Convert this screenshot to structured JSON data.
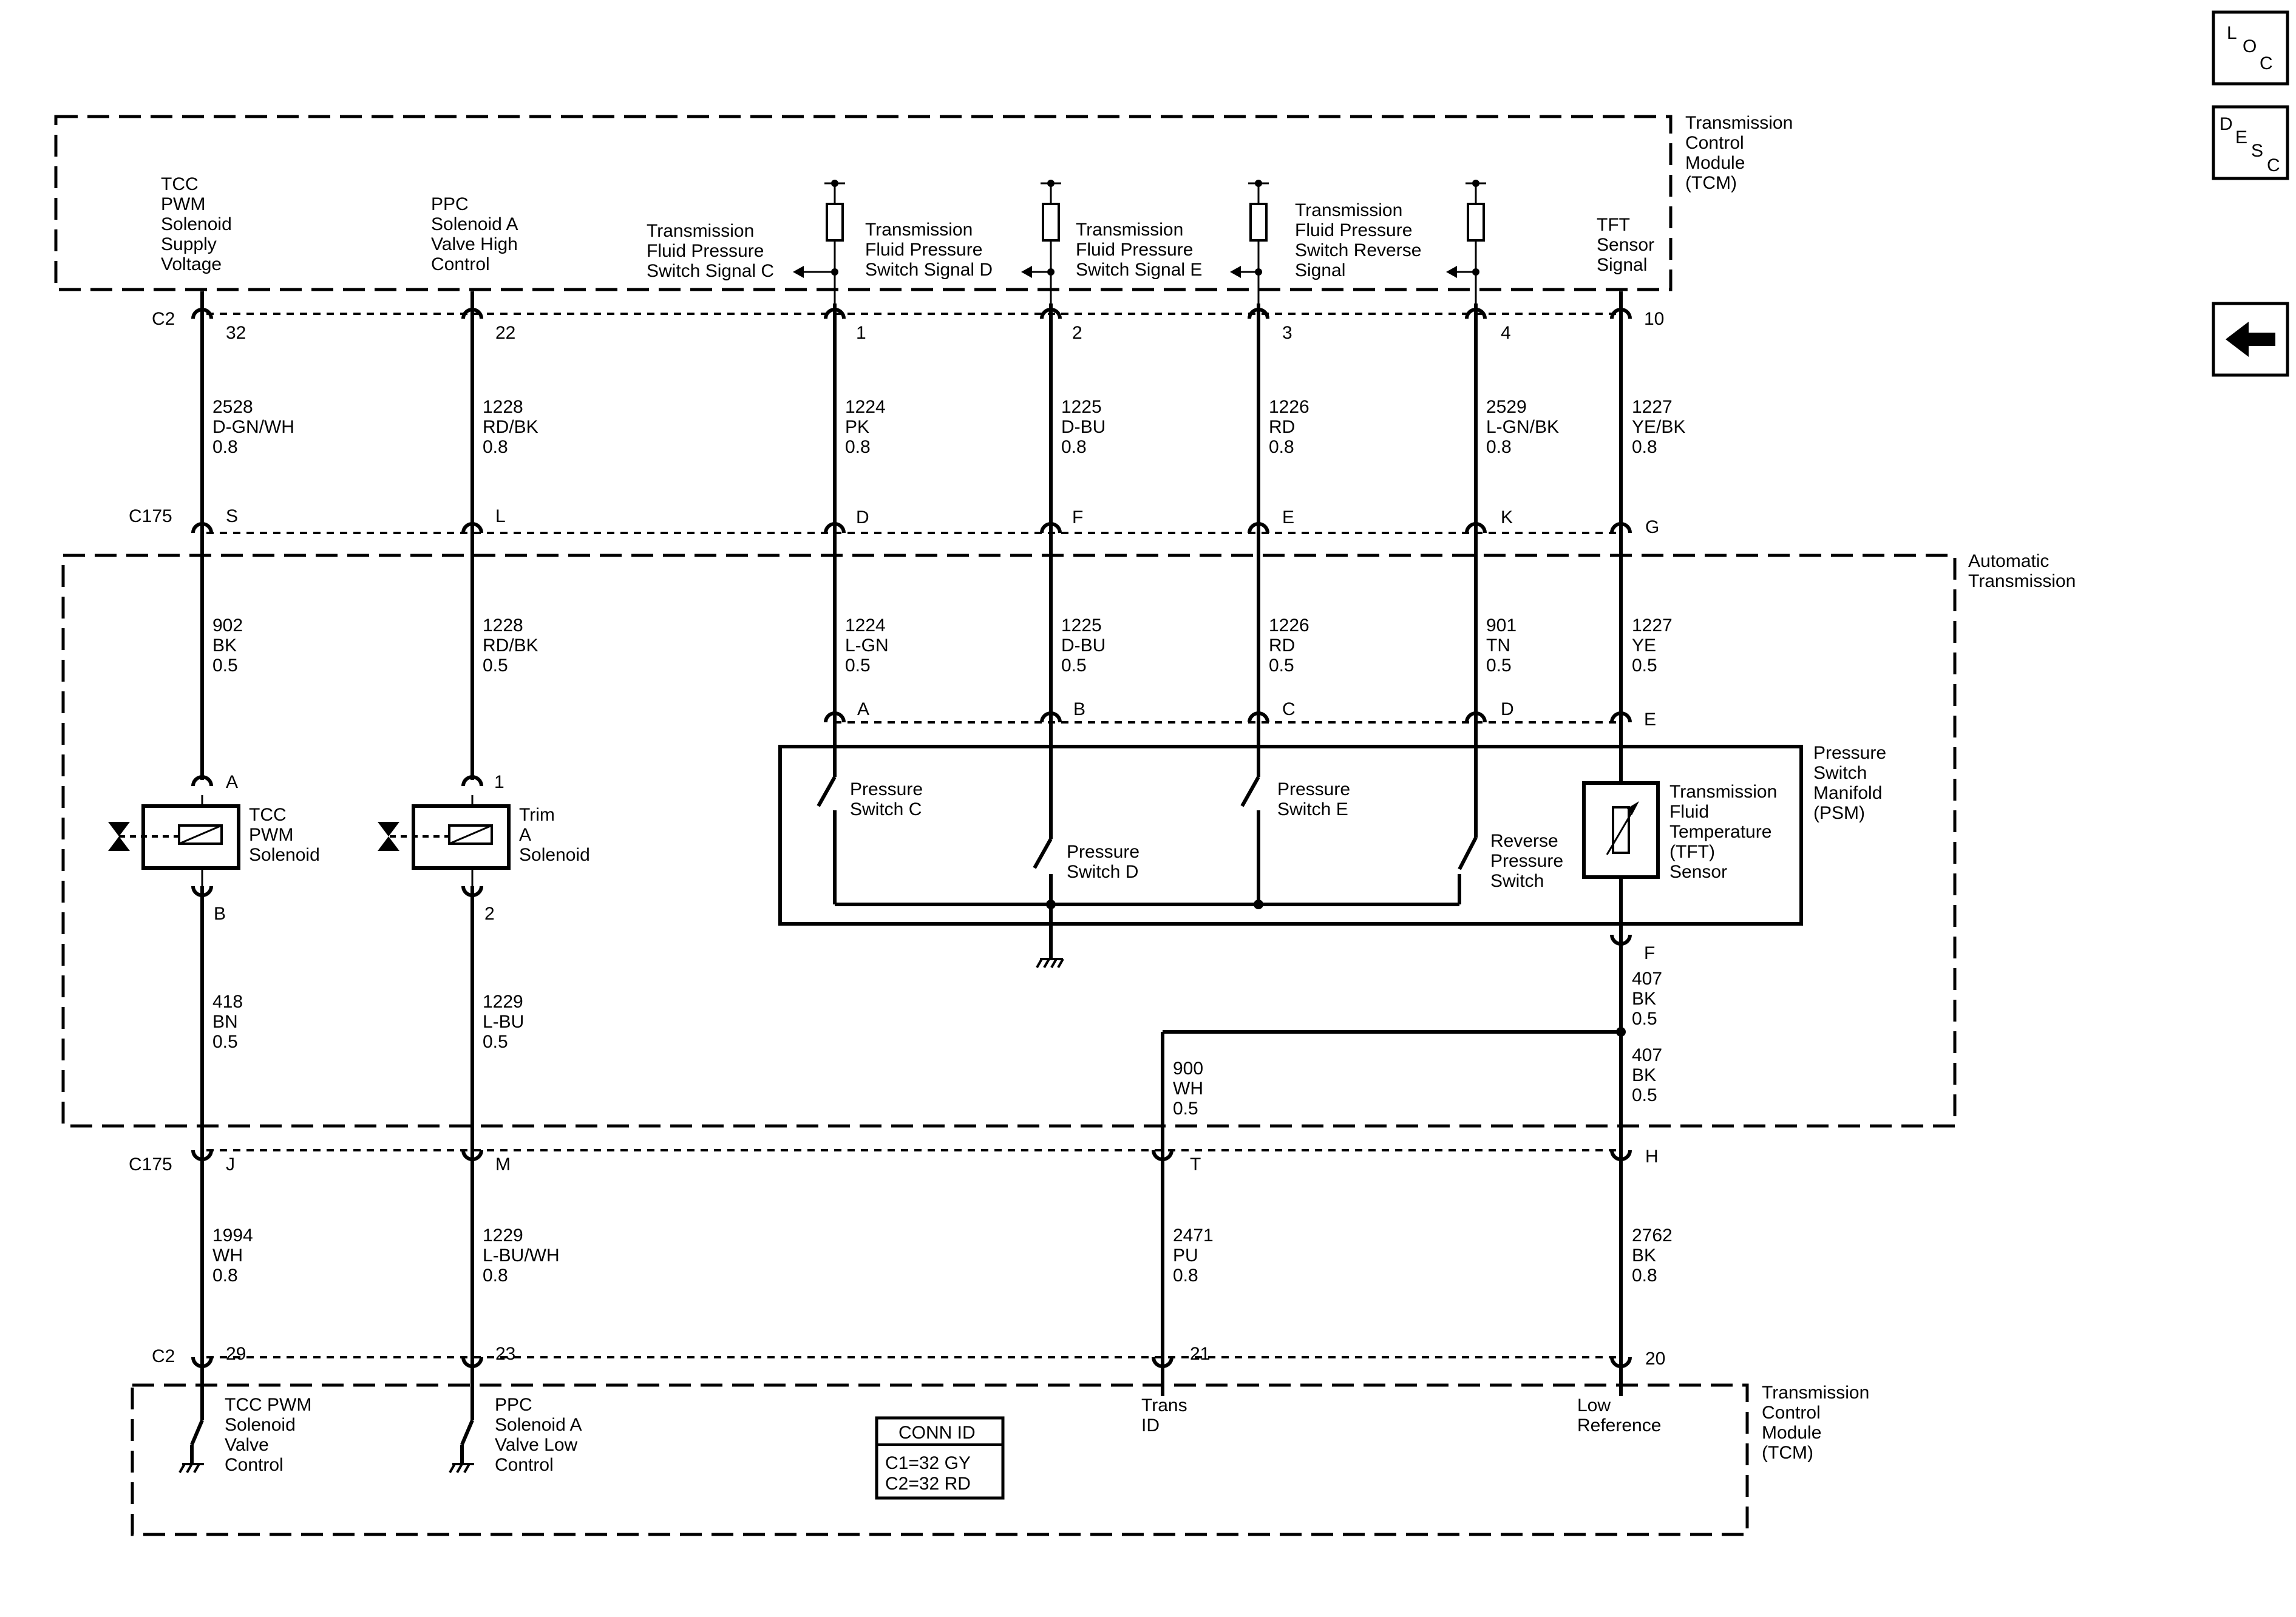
{
  "nav": {
    "loc": [
      "L",
      "O",
      "C"
    ],
    "desc": [
      "D",
      "E",
      "S",
      "C"
    ],
    "back_icon": "left-arrow-icon"
  },
  "modules": {
    "tcm_top": [
      "Transmission",
      "Control",
      "Module",
      "(TCM)"
    ],
    "trans": [
      "Automatic",
      "Transmission"
    ],
    "psm": [
      "Pressure",
      "Switch",
      "Manifold",
      "(PSM)"
    ],
    "tcm_bottom": [
      "Transmission",
      "Control",
      "Module",
      "(TCM)"
    ]
  },
  "signals_top": [
    [
      "TCC",
      "PWM",
      "Solenoid",
      "Supply",
      "Voltage"
    ],
    [
      "PPC",
      "Solenoid A",
      "Valve High",
      "Control"
    ],
    [
      "Transmission",
      "Fluid Pressure",
      "Switch Signal C"
    ],
    [
      "Transmission",
      "Fluid Pressure",
      "Switch Signal D"
    ],
    [
      "Transmission",
      "Fluid Pressure",
      "Switch Signal E"
    ],
    [
      "Transmission",
      "Fluid Pressure",
      "Switch Reverse",
      "Signal"
    ],
    [
      "TFT",
      "Sensor",
      "Signal"
    ]
  ],
  "signals_bottom": [
    [
      "TCC PWM",
      "Solenoid",
      "Valve",
      "Control"
    ],
    [
      "PPC",
      "Solenoid A",
      "Valve Low",
      "Control"
    ],
    [
      "Trans",
      "ID"
    ],
    [
      "Low",
      "Reference"
    ]
  ],
  "connectors": {
    "c2": "C2",
    "c175": "C175"
  },
  "pins": {
    "c2_top": [
      "32",
      "22",
      "1",
      "2",
      "3",
      "4",
      "10"
    ],
    "c175_top": [
      "S",
      "L",
      "D",
      "F",
      "E",
      "K",
      "G"
    ],
    "psm": [
      "A",
      "B",
      "C",
      "D",
      "E"
    ],
    "psm_f": "F",
    "tcc_sol": [
      "A",
      "B"
    ],
    "trim_sol": [
      "1",
      "2"
    ],
    "c175_bottom": [
      "J",
      "M",
      "T",
      "H"
    ],
    "c2_bottom": [
      "29",
      "23",
      "21",
      "20"
    ]
  },
  "wires": {
    "tcm_c175": [
      [
        "2528",
        "D-GN/WH",
        "0.8"
      ],
      [
        "1228",
        "RD/BK",
        "0.8"
      ],
      [
        "1224",
        "PK",
        "0.8"
      ],
      [
        "1225",
        "D-BU",
        "0.8"
      ],
      [
        "1226",
        "RD",
        "0.8"
      ],
      [
        "2529",
        "L-GN/BK",
        "0.8"
      ],
      [
        "1227",
        "YE/BK",
        "0.8"
      ]
    ],
    "c175_comp": [
      [
        "902",
        "BK",
        "0.5"
      ],
      [
        "1228",
        "RD/BK",
        "0.5"
      ],
      [
        "1224",
        "L-GN",
        "0.5"
      ],
      [
        "1225",
        "D-BU",
        "0.5"
      ],
      [
        "1226",
        "RD",
        "0.5"
      ],
      [
        "901",
        "TN",
        "0.5"
      ],
      [
        "1227",
        "YE",
        "0.5"
      ]
    ],
    "sol_c175": [
      [
        "418",
        "BN",
        "0.5"
      ],
      [
        "1229",
        "L-BU",
        "0.5"
      ],
      [
        "900",
        "WH",
        "0.5"
      ],
      [
        "407",
        "BK",
        "0.5"
      ],
      [
        "407",
        "BK",
        "0.5"
      ]
    ],
    "c175_tcm": [
      [
        "1994",
        "WH",
        "0.8"
      ],
      [
        "1229",
        "L-BU/WH",
        "0.8"
      ],
      [
        "2471",
        "PU",
        "0.8"
      ],
      [
        "2762",
        "BK",
        "0.8"
      ]
    ]
  },
  "components": {
    "tcc_sol": [
      "TCC",
      "PWM",
      "Solenoid"
    ],
    "trim_sol": [
      "Trim",
      "A",
      "Solenoid"
    ],
    "sw_c": [
      "Pressure",
      "Switch C"
    ],
    "sw_d": [
      "Pressure",
      "Switch D"
    ],
    "sw_e": [
      "Pressure",
      "Switch E"
    ],
    "sw_rev": [
      "Reverse",
      "Pressure",
      "Switch"
    ],
    "tft": [
      "Transmission",
      "Fluid",
      "Temperature",
      "(TFT)",
      "Sensor"
    ]
  },
  "conn_id": {
    "title": "CONN ID",
    "lines": [
      "C1=32 GY",
      "C2=32 RD"
    ]
  }
}
